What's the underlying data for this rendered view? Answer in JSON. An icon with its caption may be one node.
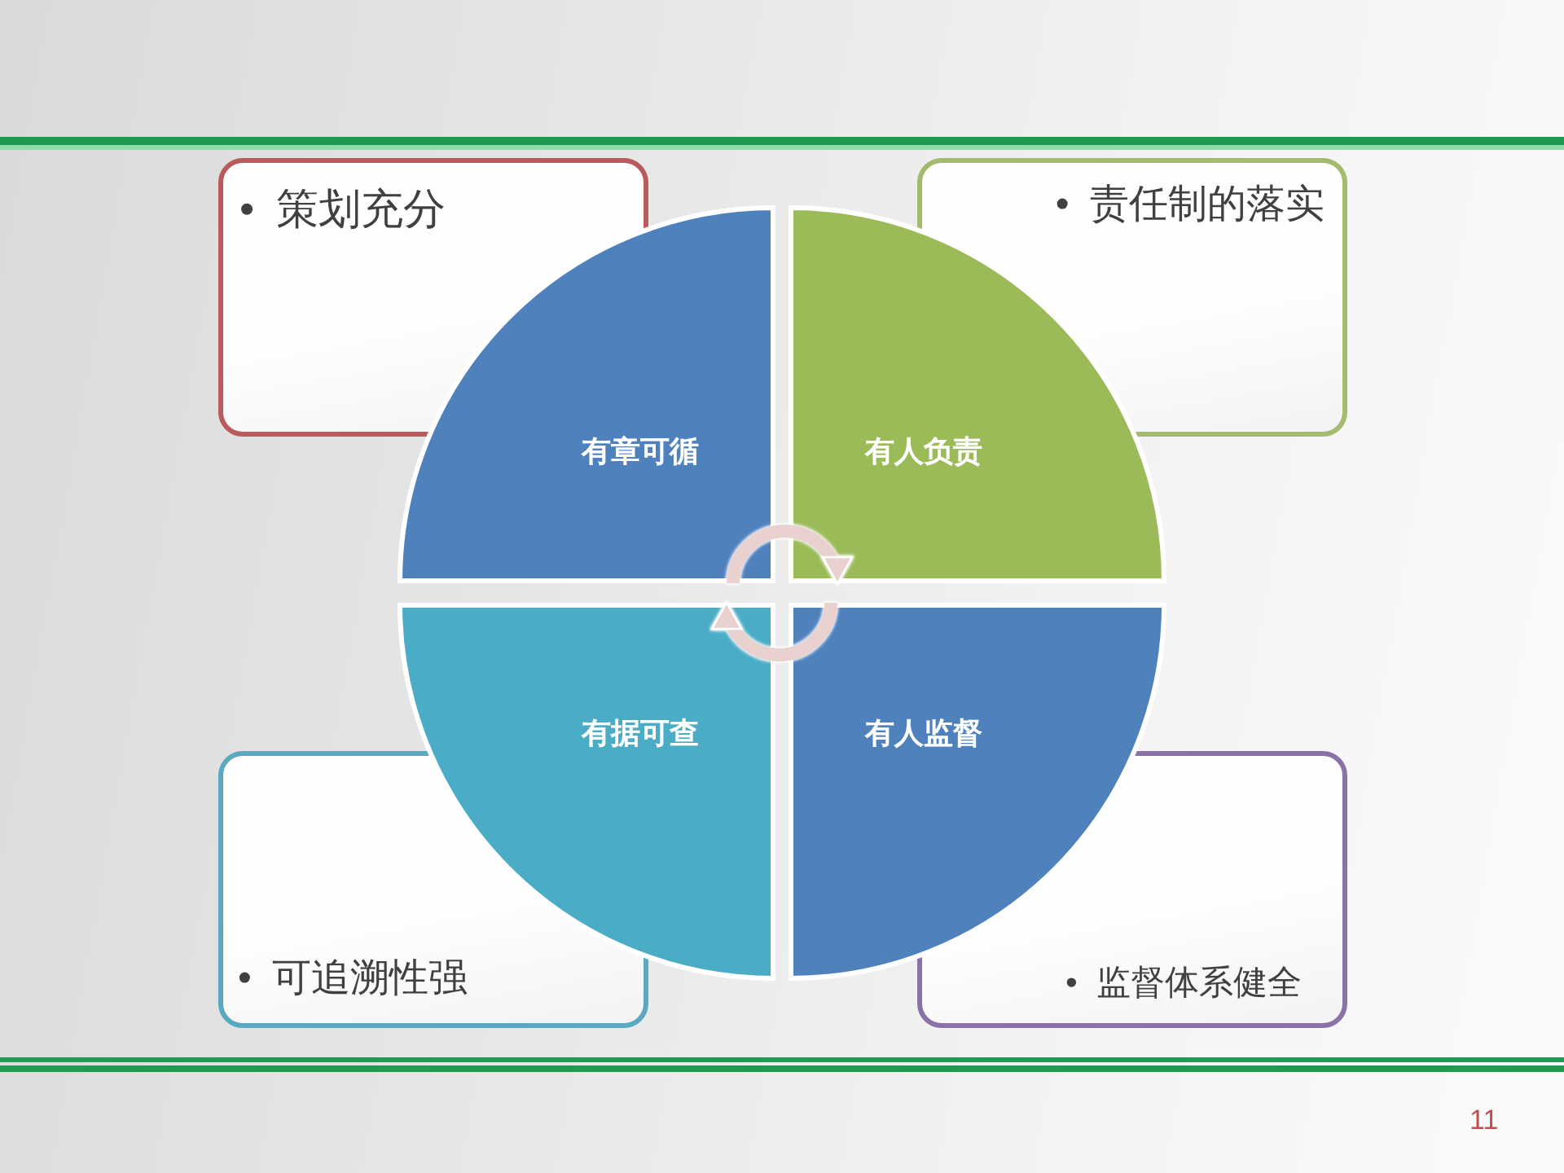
{
  "diagram": {
    "nodes": [
      {
        "text": [
          "• 策划充分"
        ]
      },
      {
        "text": [
          "• 责任制的落实"
        ]
      },
      {
        "text": [
          "有章可循"
        ]
      },
      {
        "text": [
          "有人负责"
        ]
      },
      {
        "text": [
          "有据可查"
        ]
      },
      {
        "text": [
          "有人监督"
        ]
      },
      {
        "text": [
          "• 可追溯性强"
        ]
      },
      {
        "text": [
          "• 监督体系健全"
        ]
      }
    ],
    "edges": [
      {
        "from": 2,
        "to": 3,
        "arrow": "to"
      },
      {
        "from": 5,
        "to": 4,
        "arrow": "to"
      }
    ],
    "labels": [
      "11"
    ]
  }
}
